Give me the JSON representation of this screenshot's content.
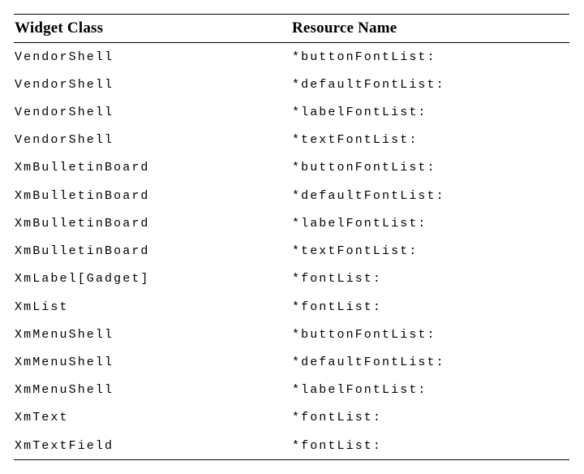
{
  "colors": {
    "background": "#ffffff",
    "text": "#000000",
    "rule": "#000000"
  },
  "table": {
    "columns": [
      "Widget Class",
      "Resource Name"
    ],
    "rows": [
      {
        "widget_class": "VendorShell",
        "resource_name": "*buttonFontList:"
      },
      {
        "widget_class": "VendorShell",
        "resource_name": "*defaultFontList:"
      },
      {
        "widget_class": "VendorShell",
        "resource_name": "*labelFontList:"
      },
      {
        "widget_class": "VendorShell",
        "resource_name": "*textFontList:"
      },
      {
        "widget_class": "XmBulletinBoard",
        "resource_name": "*buttonFontList:"
      },
      {
        "widget_class": "XmBulletinBoard",
        "resource_name": "*defaultFontList:"
      },
      {
        "widget_class": "XmBulletinBoard",
        "resource_name": "*labelFontList:"
      },
      {
        "widget_class": "XmBulletinBoard",
        "resource_name": "*textFontList:"
      },
      {
        "widget_class": "XmLabel[Gadget]",
        "resource_name": "*fontList:"
      },
      {
        "widget_class": "XmList",
        "resource_name": "*fontList:"
      },
      {
        "widget_class": "XmMenuShell",
        "resource_name": "*buttonFontList:"
      },
      {
        "widget_class": "XmMenuShell",
        "resource_name": "*defaultFontList:"
      },
      {
        "widget_class": "XmMenuShell",
        "resource_name": "*labelFontList:"
      },
      {
        "widget_class": "XmText",
        "resource_name": "*fontList:"
      },
      {
        "widget_class": "XmTextField",
        "resource_name": "*fontList:"
      }
    ]
  }
}
